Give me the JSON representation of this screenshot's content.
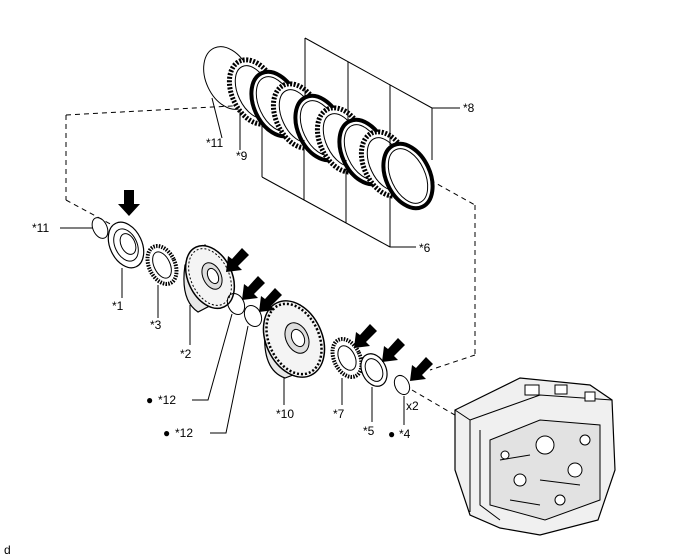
{
  "labels": {
    "l11a": "*11",
    "l9": "*9",
    "l8": "*8",
    "l11b": "*11",
    "l6": "*6",
    "l1": "*1",
    "l3": "*3",
    "l2": "*2",
    "l12a": "*12",
    "l12b": "*12",
    "l10": "*10",
    "l7": "*7",
    "l5": "*5",
    "l4": "*4",
    "lx2": "x2",
    "corner": "d"
  },
  "bullet": "●",
  "icons": {
    "arrow": "thick-black-arrow",
    "case": "transaxle-case"
  }
}
